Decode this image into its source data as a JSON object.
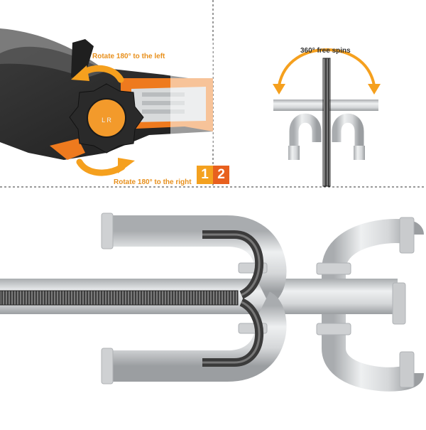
{
  "labels": {
    "rotate_left": "Rotate 180° to the left",
    "rotate_right": "Rotate 180° to the right",
    "free_spins": "360° free spins"
  },
  "badges": [
    "1",
    "2"
  ],
  "knob_text": "L   R",
  "colors": {
    "accent_orange": "#f5a01e",
    "label_orange": "#e8901c",
    "badge_orange_1": "#f4a11f",
    "badge_orange_2": "#e8601e",
    "pipe_gray": "#d4d6d8",
    "cable_dark": "#3b3b3b"
  },
  "icons": [
    "rotate-left-arrow-icon",
    "rotate-right-arrow-icon",
    "spin-arc-arrow-icon",
    "control-knob-icon"
  ]
}
